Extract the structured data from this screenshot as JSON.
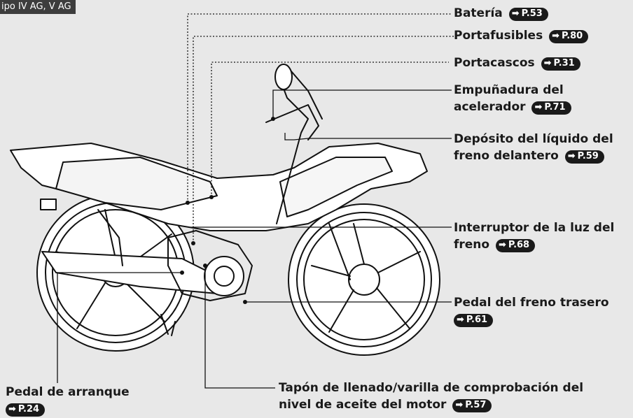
{
  "tag": "ipo IV AG, V AG",
  "callouts": [
    {
      "text": "Batería",
      "ref": "P.53"
    },
    {
      "text": "Portafusibles",
      "ref": "P.80"
    },
    {
      "text": "Portacascos",
      "ref": "P.31"
    },
    {
      "text": "Empuñadura del",
      "text2": "acelerador",
      "ref": "P.71"
    },
    {
      "text": "Depósito del líquido del",
      "text2": "freno delantero",
      "ref": "P.59"
    },
    {
      "text": "Interruptor de la luz del",
      "text2": "freno",
      "ref": "P.68"
    },
    {
      "text": "Pedal del freno trasero",
      "ref": "P.61"
    },
    {
      "text": "Tapón de llenado/varilla de comprobación del",
      "text2": "nivel de aceite del motor",
      "ref": "P.57"
    },
    {
      "text": "Pedal de arranque",
      "ref": "P.24"
    }
  ],
  "arrow_glyph": "➡",
  "colors": {
    "background": "#e8e8e8",
    "ink": "#1a1a1a",
    "tag_bg": "#3d3d3d"
  }
}
